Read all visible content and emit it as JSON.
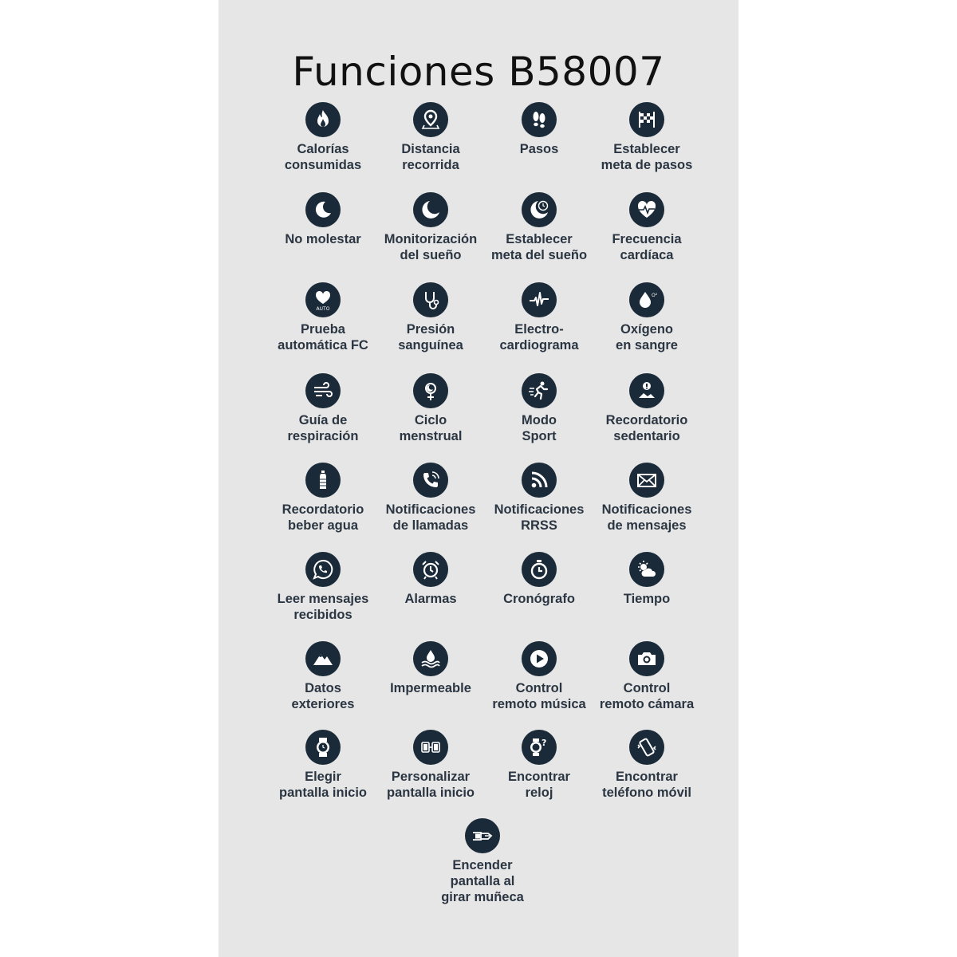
{
  "page": {
    "title": "Funciones B58007",
    "colors": {
      "panel_background": "#e6e6e6",
      "icon_circle": "#1a2a38",
      "label_text": "#2b3642",
      "title_text": "#111111"
    }
  },
  "features": [
    {
      "icon": "flame-icon",
      "line1": "Calorías",
      "line2": "consumidas"
    },
    {
      "icon": "location-pin-icon",
      "line1": "Distancia",
      "line2": "recorrida"
    },
    {
      "icon": "footsteps-icon",
      "line1": "Pasos",
      "line2": ""
    },
    {
      "icon": "finish-flag-icon",
      "line1": "Establecer",
      "line2": "meta de pasos"
    },
    {
      "icon": "moon-icon",
      "line1": "No molestar",
      "line2": ""
    },
    {
      "icon": "sleep-moon-icon",
      "line1": "Monitorización",
      "line2": "del sueño"
    },
    {
      "icon": "moon-clock-icon",
      "line1": "Establecer",
      "line2": "meta del sueño"
    },
    {
      "icon": "heart-pulse-icon",
      "line1": "Frecuencia",
      "line2": "cardíaca"
    },
    {
      "icon": "heart-auto-icon",
      "line1": "Prueba",
      "line2": "automática FC",
      "badge": "AUTO"
    },
    {
      "icon": "stethoscope-icon",
      "line1": "Presión",
      "line2": "sanguínea"
    },
    {
      "icon": "ecg-wave-icon",
      "line1": "Electro-",
      "line2": "cardiograma"
    },
    {
      "icon": "oxygen-drop-icon",
      "line1": "Oxígeno",
      "line2": "en sangre",
      "badge": "O²"
    },
    {
      "icon": "wind-breath-icon",
      "line1": "Guía de",
      "line2": "respiración"
    },
    {
      "icon": "venus-moon-icon",
      "line1": "Ciclo",
      "line2": "menstrual"
    },
    {
      "icon": "runner-icon",
      "line1": "Modo",
      "line2": "Sport"
    },
    {
      "icon": "sedentary-alert-icon",
      "line1": "Recordatorio",
      "line2": "sedentario"
    },
    {
      "icon": "water-bottle-icon",
      "line1": "Recordatorio",
      "line2": "beber agua"
    },
    {
      "icon": "phone-call-icon",
      "line1": "Notificaciones",
      "line2": "de llamadas"
    },
    {
      "icon": "rss-feed-icon",
      "line1": "Notificaciones",
      "line2": "RRSS"
    },
    {
      "icon": "envelope-icon",
      "line1": "Notificaciones",
      "line2": "de mensajes"
    },
    {
      "icon": "whatsapp-icon",
      "line1": "Leer mensajes",
      "line2": "recibidos"
    },
    {
      "icon": "alarm-clock-icon",
      "line1": "Alarmas",
      "line2": ""
    },
    {
      "icon": "stopwatch-icon",
      "line1": "Cronógrafo",
      "line2": ""
    },
    {
      "icon": "weather-sun-cloud-icon",
      "line1": "Tiempo",
      "line2": ""
    },
    {
      "icon": "mountains-icon",
      "line1": "Datos",
      "line2": "exteriores"
    },
    {
      "icon": "water-resistant-icon",
      "line1": "Impermeable",
      "line2": ""
    },
    {
      "icon": "play-button-icon",
      "line1": "Control",
      "line2": "remoto música"
    },
    {
      "icon": "camera-icon",
      "line1": "Control",
      "line2": "remoto cámara"
    },
    {
      "icon": "watch-icon",
      "line1": "Elegir",
      "line2": "pantalla inicio"
    },
    {
      "icon": "watch-faces-icon",
      "line1": "Personalizar",
      "line2": "pantalla inicio"
    },
    {
      "icon": "watch-question-icon",
      "line1": "Encontrar",
      "line2": "reloj"
    },
    {
      "icon": "phone-vibrate-icon",
      "line1": "Encontrar",
      "line2": "teléfono móvil"
    },
    {
      "icon": "wrist-raise-icon",
      "line1": "Encender",
      "line2": "pantalla al",
      "line3": "girar muñeca"
    }
  ]
}
